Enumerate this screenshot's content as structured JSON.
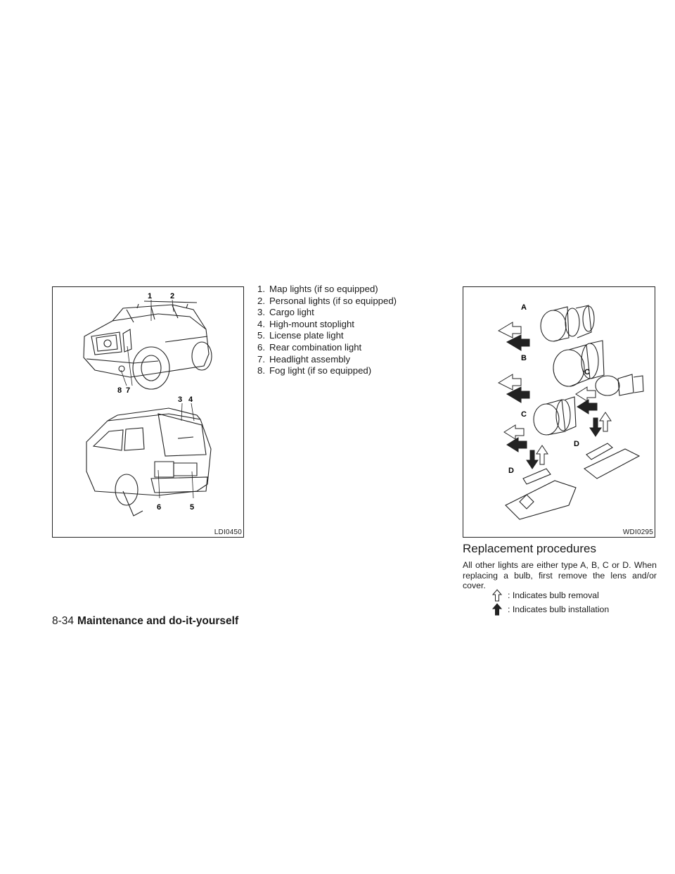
{
  "figure_vehicle": {
    "code": "LDI0450",
    "callouts": [
      "1",
      "2",
      "8",
      "7",
      "3",
      "4",
      "6",
      "5"
    ]
  },
  "legend": [
    {
      "num": "1.",
      "text": "Map lights (if so equipped)"
    },
    {
      "num": "2.",
      "text": "Personal lights (if so equipped)"
    },
    {
      "num": "3.",
      "text": "Cargo light"
    },
    {
      "num": "4.",
      "text": "High-mount stoplight"
    },
    {
      "num": "5.",
      "text": "License plate light"
    },
    {
      "num": "6.",
      "text": "Rear combination light"
    },
    {
      "num": "7.",
      "text": "Headlight assembly"
    },
    {
      "num": "8.",
      "text": "Fog light (if so equipped)"
    }
  ],
  "figure_bulbs": {
    "code": "WDI0295",
    "labels": [
      "A",
      "B",
      "C",
      "C",
      "D",
      "D"
    ]
  },
  "section": {
    "heading": "Replacement procedures",
    "body": "All other lights are either type A, B, C or D. When replacing a bulb, first remove the lens and/or cover.",
    "removal_text": ": Indicates bulb removal",
    "install_text": ": Indicates bulb installation",
    "removal_icon": "outline-up-arrow-icon",
    "install_icon": "filled-up-arrow-icon"
  },
  "footer": {
    "page_number": "8-34",
    "chapter": "Maintenance and do-it-yourself"
  }
}
